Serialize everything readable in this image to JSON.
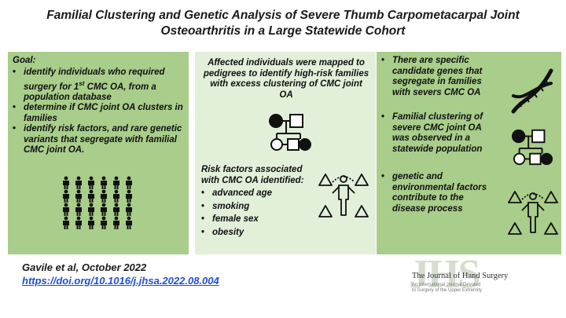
{
  "title": {
    "line1": "Familial Clustering and Genetic Analysis of Severe Thumb Carpometacarpal Joint",
    "line2": "Osteoarthritis in a Large Statewide Cohort"
  },
  "goal": {
    "heading": "Goal:",
    "items": [
      {
        "pre": "identify individuals who required surgery for 1",
        "sup": "st",
        "post": " CMC OA, from a population database"
      },
      {
        "text": "determine if CMC joint OA clusters in families"
      },
      {
        "text": "identify risk factors, and rare genetic variants that segregate with familial CMC joint OA."
      }
    ]
  },
  "middle": {
    "intro": "Affected individuals were mapped to pedigrees to identify high-risk families with excess clustering of CMC joint OA",
    "risk_heading": "Risk factors associated with CMC OA identified:",
    "risk_items": [
      "advanced age",
      "smoking",
      "female sex",
      "obesity"
    ]
  },
  "findings": [
    "There are specific candidate genes that segregate in families with severs CMC OA",
    "Familial clustering of severe CMC joint OA was observed in a statewide population",
    "genetic and environmental factors contribute to the disease process"
  ],
  "citation": {
    "authors": "Gavile et al, October 2022",
    "doi": "https://doi.org/10.1016/j.jhsa.2022.08.004"
  },
  "journal": {
    "mark": "JHS",
    "name": "The Journal of Hand Surgery",
    "tagline1": "An International Journal Devoted",
    "tagline2": "to Surgery of the Upper Extremity"
  },
  "colors": {
    "panel_dark": "#a9cd8a",
    "panel_light": "#e2efd9",
    "link": "#1f4fd6"
  }
}
